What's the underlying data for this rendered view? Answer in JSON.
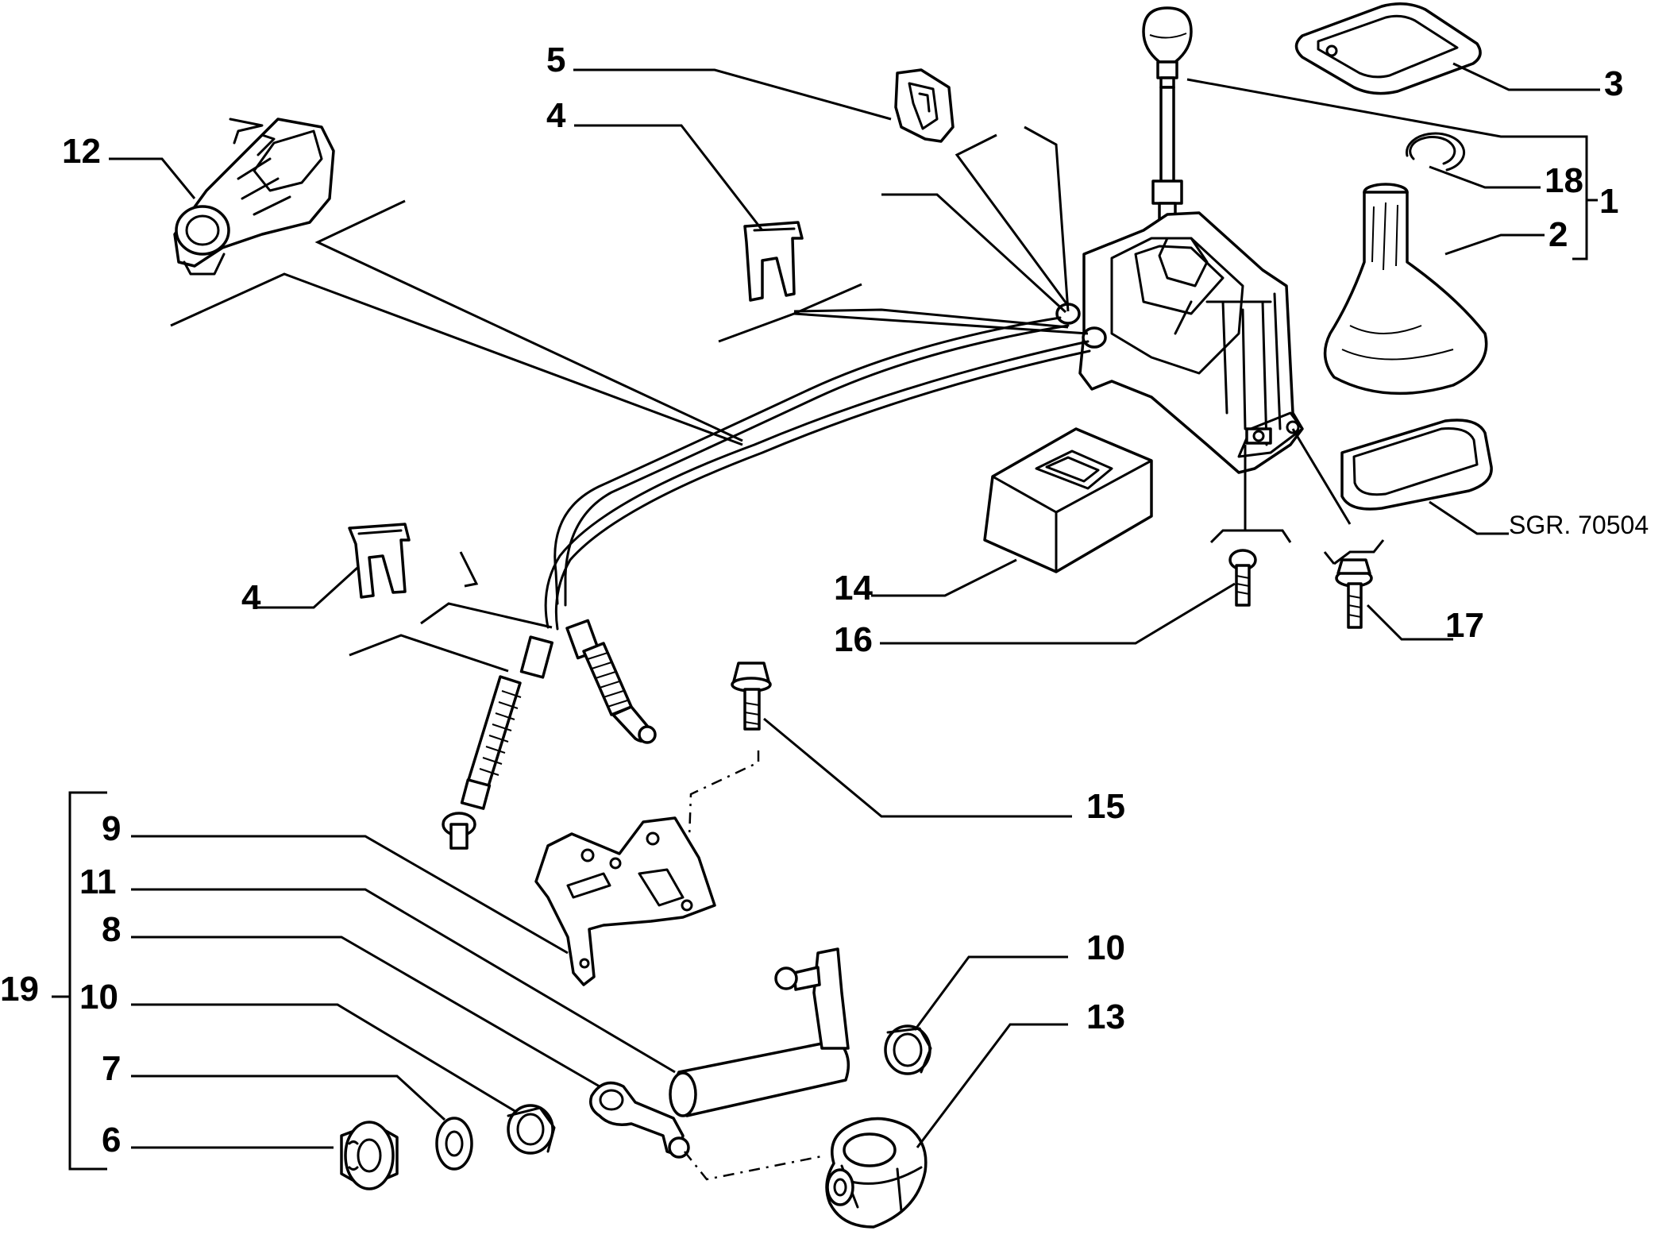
{
  "diagram": {
    "reference": "SGR. 70504",
    "callouts": [
      {
        "id": "c1",
        "label": "1"
      },
      {
        "id": "c2",
        "label": "2"
      },
      {
        "id": "c3",
        "label": "3"
      },
      {
        "id": "c4a",
        "label": "4"
      },
      {
        "id": "c4b",
        "label": "4"
      },
      {
        "id": "c5",
        "label": "5"
      },
      {
        "id": "c6",
        "label": "6"
      },
      {
        "id": "c7",
        "label": "7"
      },
      {
        "id": "c8",
        "label": "8"
      },
      {
        "id": "c9",
        "label": "9"
      },
      {
        "id": "c10a",
        "label": "10"
      },
      {
        "id": "c10b",
        "label": "10"
      },
      {
        "id": "c11",
        "label": "11"
      },
      {
        "id": "c12",
        "label": "12"
      },
      {
        "id": "c13",
        "label": "13"
      },
      {
        "id": "c14",
        "label": "14"
      },
      {
        "id": "c15",
        "label": "15"
      },
      {
        "id": "c16",
        "label": "16"
      },
      {
        "id": "c17",
        "label": "17"
      },
      {
        "id": "c18",
        "label": "18"
      },
      {
        "id": "c19",
        "label": "19"
      }
    ]
  }
}
